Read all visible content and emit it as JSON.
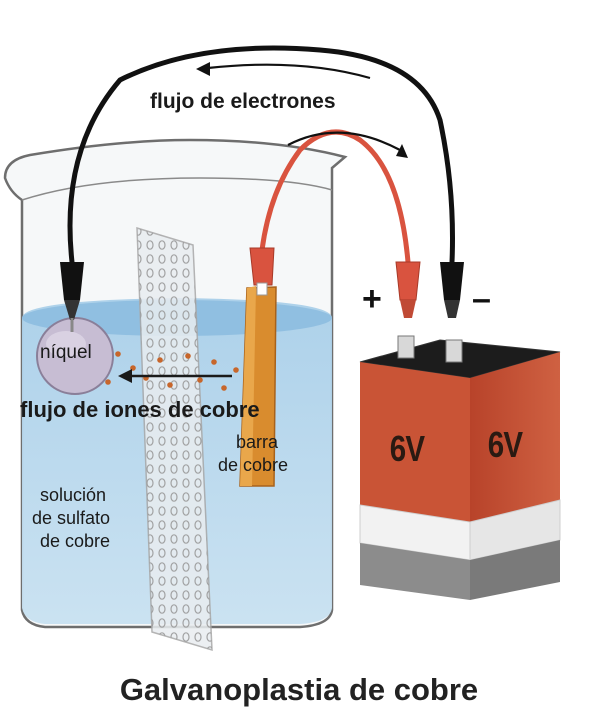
{
  "labels": {
    "electron_flow": "flujo de electrones",
    "ion_flow": "flujo de iones de cobre",
    "nickel": "níquel",
    "copper_bar_line1": "barra",
    "copper_bar_line2": "de cobre",
    "solution_line1": "solución",
    "solution_line2": "de sulfato",
    "solution_line3": "de cobre",
    "battery_front": "6V",
    "battery_side": "6V",
    "positive_terminal": "+",
    "negative_terminal": "–"
  },
  "title": "Galvanoplastia de cobre",
  "colors": {
    "wire_black": "#111111",
    "wire_red": "#d9533f",
    "solution": "#b9d9ee",
    "copper_bar": "#d98c2e",
    "battery_top": "#c95436",
    "battery_band": "#f2f2f2",
    "battery_base": "#8c8c8c"
  }
}
